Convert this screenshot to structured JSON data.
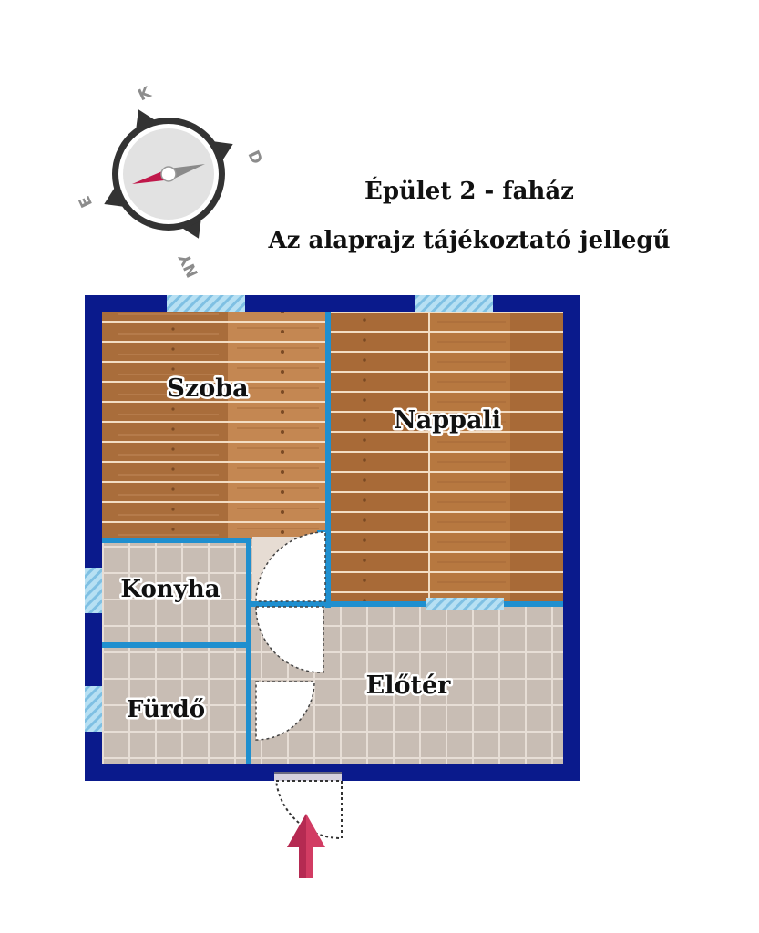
{
  "title": "Épület 2 - faház",
  "subtitle": "Az alaprajz tájékoztató jellegű",
  "compass": {
    "north": "K",
    "east": "D",
    "south": "NY",
    "west": "E",
    "icon": "compass-icon"
  },
  "rooms": {
    "szoba": "Szoba",
    "nappali": "Nappali",
    "konyha": "Konyha",
    "furdo": "Fürdő",
    "eloter": "Előtér"
  },
  "entrance": {
    "icon": "entrance-arrow-icon"
  },
  "colors": {
    "outer_wall": "#0a1a8c",
    "inner_wall": "#1f8fcf",
    "window": "#9fd2ec",
    "wood": "#b87a45",
    "tile": "#c9bfb6",
    "arrow": "#d23c63",
    "compass_needle": "#c0184a"
  }
}
